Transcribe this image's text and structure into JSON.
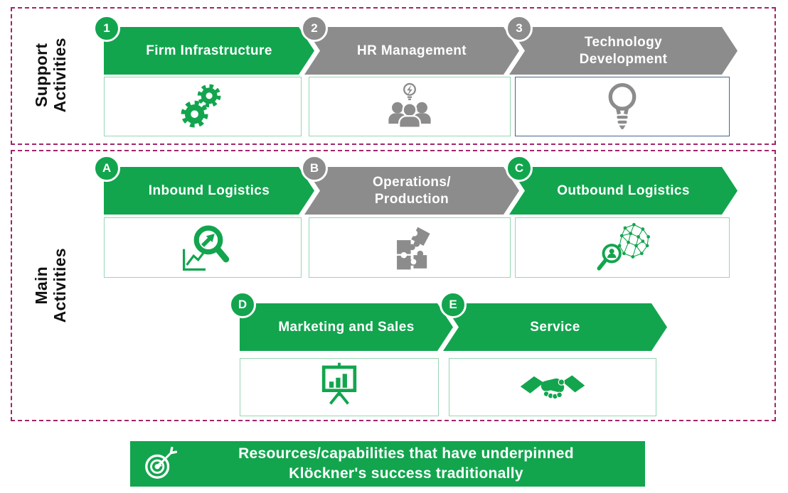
{
  "colors": {
    "green": "#12a54e",
    "gray": "#8c8c8c",
    "outline": "#a2246b",
    "boxBorderGreen": "#96d6b2",
    "boxBorderBlue": "#44658c"
  },
  "support": {
    "label": "Support\nActivities",
    "steps": [
      {
        "badge": "1",
        "title": "Firm Infrastructure",
        "color": "green",
        "icon": "gears-icon"
      },
      {
        "badge": "2",
        "title": "HR Management",
        "color": "gray",
        "icon": "team-idea-icon"
      },
      {
        "badge": "3",
        "title": "Technology\nDevelopment",
        "color": "gray",
        "icon": "lightbulb-icon"
      }
    ]
  },
  "main": {
    "label": "Main\nActivities",
    "row1": [
      {
        "badge": "A",
        "title": "Inbound Logistics",
        "color": "green",
        "icon": "search-trend-icon"
      },
      {
        "badge": "B",
        "title": "Operations/\nProduction",
        "color": "gray",
        "icon": "puzzle-icon"
      },
      {
        "badge": "C",
        "title": "Outbound Logistics",
        "color": "green",
        "icon": "network-search-icon"
      }
    ],
    "row2": [
      {
        "badge": "D",
        "title": "Marketing and Sales",
        "color": "green",
        "icon": "presentation-chart-icon"
      },
      {
        "badge": "E",
        "title": "Service",
        "color": "green",
        "icon": "handshake-icon"
      }
    ]
  },
  "footer": {
    "icon": "target-dart-icon",
    "text": "Resources/capabilities that have underpinned\nKlöckner's success traditionally"
  }
}
